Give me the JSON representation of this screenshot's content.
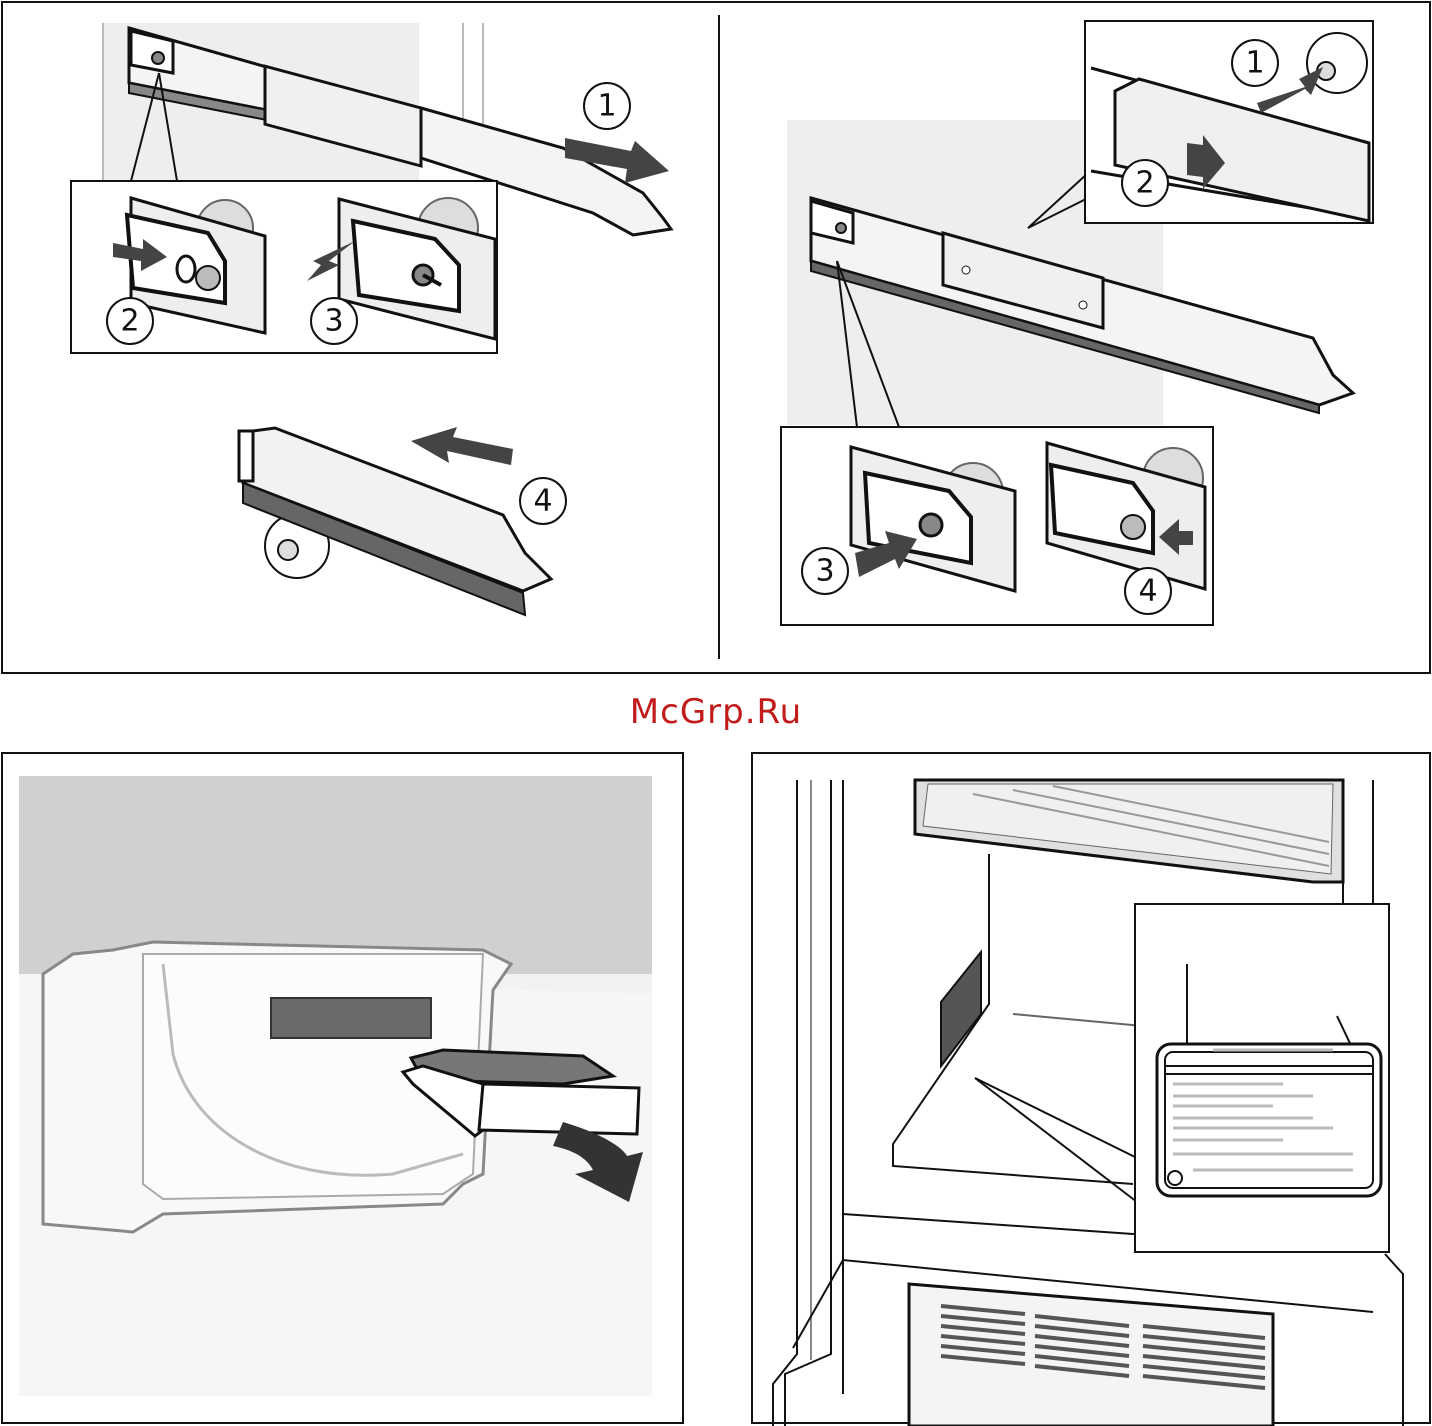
{
  "watermark": "McGrp.Ru",
  "panel_top": {
    "left_steps": [
      "1",
      "2",
      "3",
      "4"
    ],
    "right_steps": [
      "1",
      "2",
      "3",
      "4"
    ]
  },
  "panel_bottom_left": {},
  "panel_bottom_right": {},
  "colors": {
    "line": "#111111",
    "fill_grey": "#d8d8d8",
    "dark_grey": "#555555",
    "watermark": "#c21b1b"
  },
  "icons": [
    "arrow-right-icon",
    "arrow-left-icon",
    "arrow-down-icon",
    "callout-circle-icon"
  ]
}
